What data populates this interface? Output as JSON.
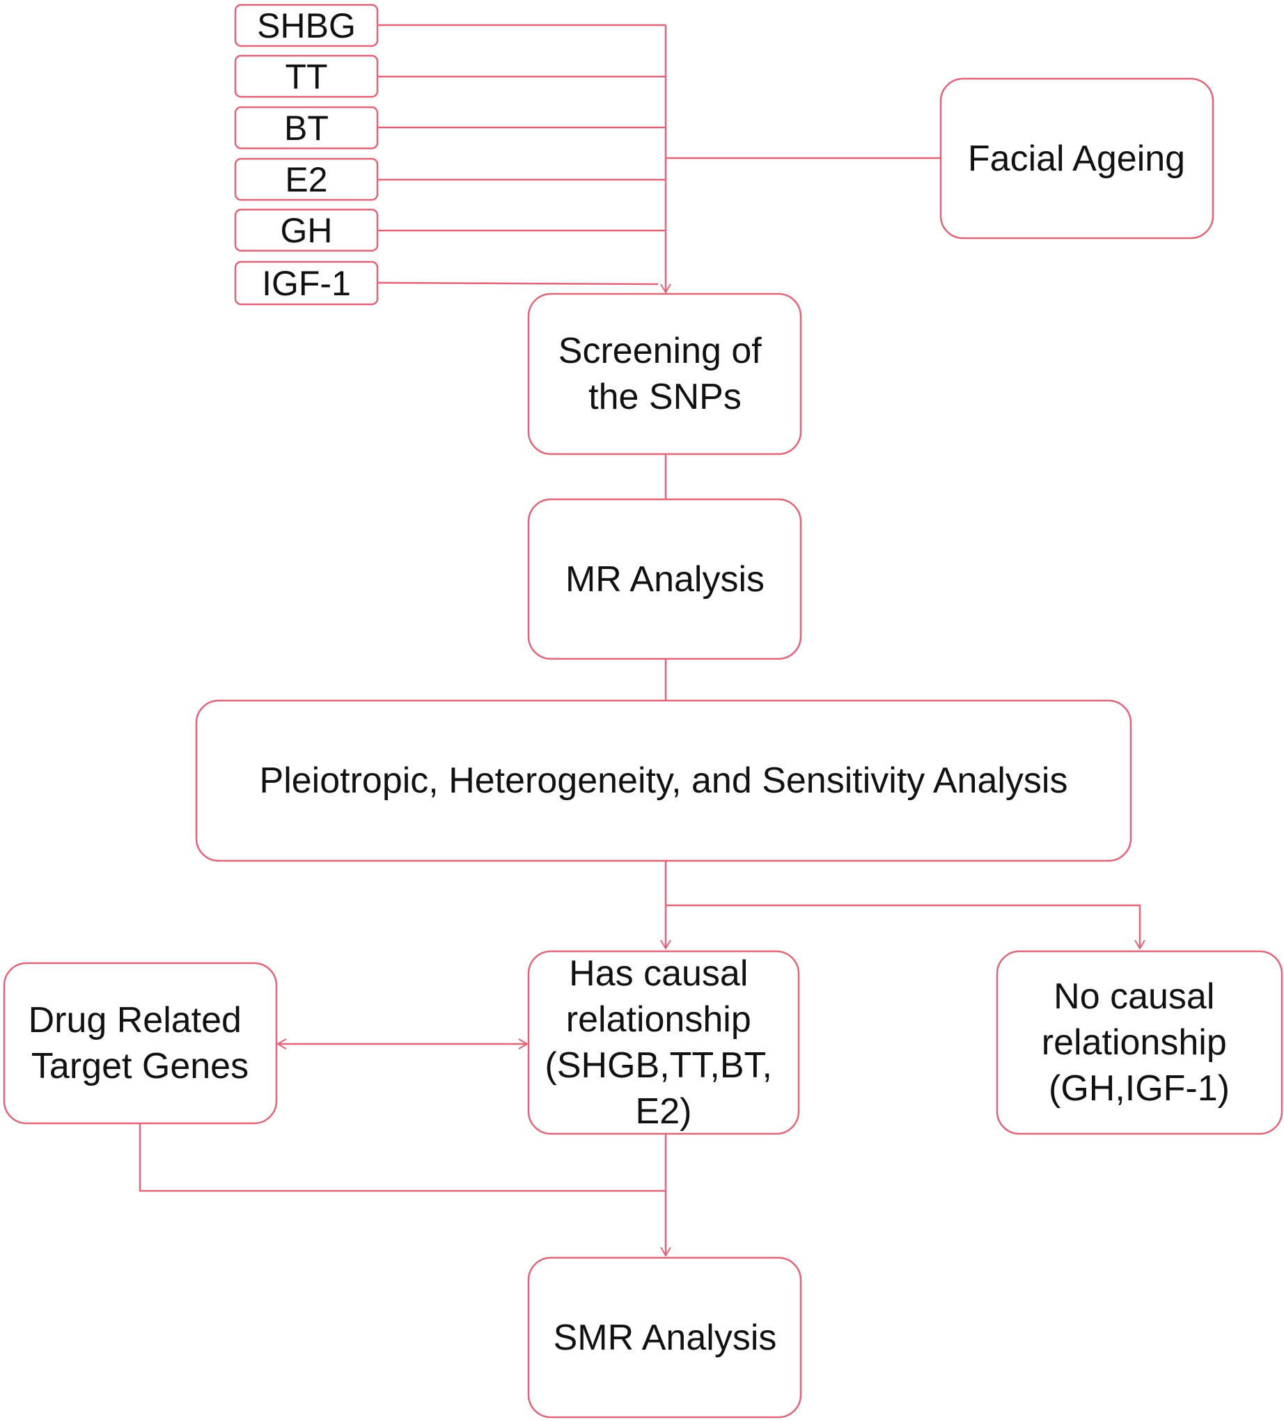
{
  "colors": {
    "accent": "#e06478",
    "text": "#111111",
    "background": "#ffffff"
  },
  "hormones": [
    "SHBG",
    "TT",
    "BT",
    "E2",
    "GH",
    "IGF-1"
  ],
  "outcome": {
    "label": "Facial Ageing"
  },
  "steps": {
    "screening": [
      "Screening of",
      "the SNPs"
    ],
    "mr": [
      "MR Analysis"
    ],
    "sensitivity": [
      "Pleiotropic, Heterogeneity, and Sensitivity Analysis"
    ],
    "drug": [
      "Drug Related",
      "Target Genes"
    ],
    "causal": [
      "Has causal",
      "relationship",
      "(SHGB,TT,BT,",
      "E2)"
    ],
    "no_causal": [
      "No causal",
      "relationship",
      "(GH,IGF-1)"
    ],
    "smr": [
      "SMR Analysis"
    ]
  }
}
